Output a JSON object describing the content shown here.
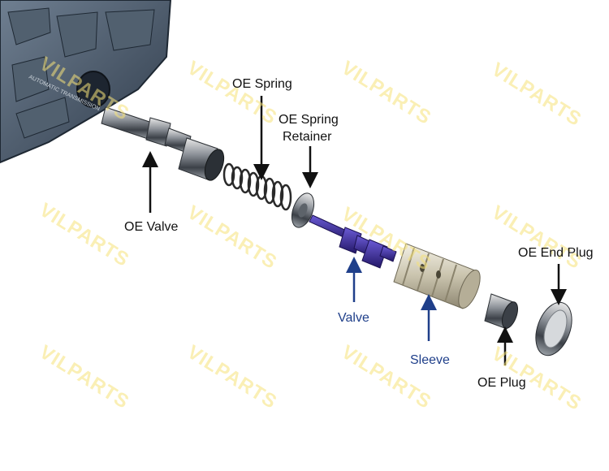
{
  "watermark": "VILPARTS",
  "plate_text": "AUTOMATIC TRANSMISSION",
  "labels": {
    "oe_spring": "OE Spring",
    "oe_spring_retainer_1": "OE Spring",
    "oe_spring_retainer_2": "Retainer",
    "oe_valve": "OE Valve",
    "valve": "Valve",
    "sleeve": "Sleeve",
    "oe_plug": "OE Plug",
    "oe_end_plug": "OE End Plug"
  },
  "colors": {
    "oe_label": "#111111",
    "new_part_label": "#1f3f8a",
    "valve_body": "#3b4a5c",
    "new_valve": "#3a2a8a",
    "sleeve": "#d9d4c4",
    "watermark": "#f6e27a"
  }
}
